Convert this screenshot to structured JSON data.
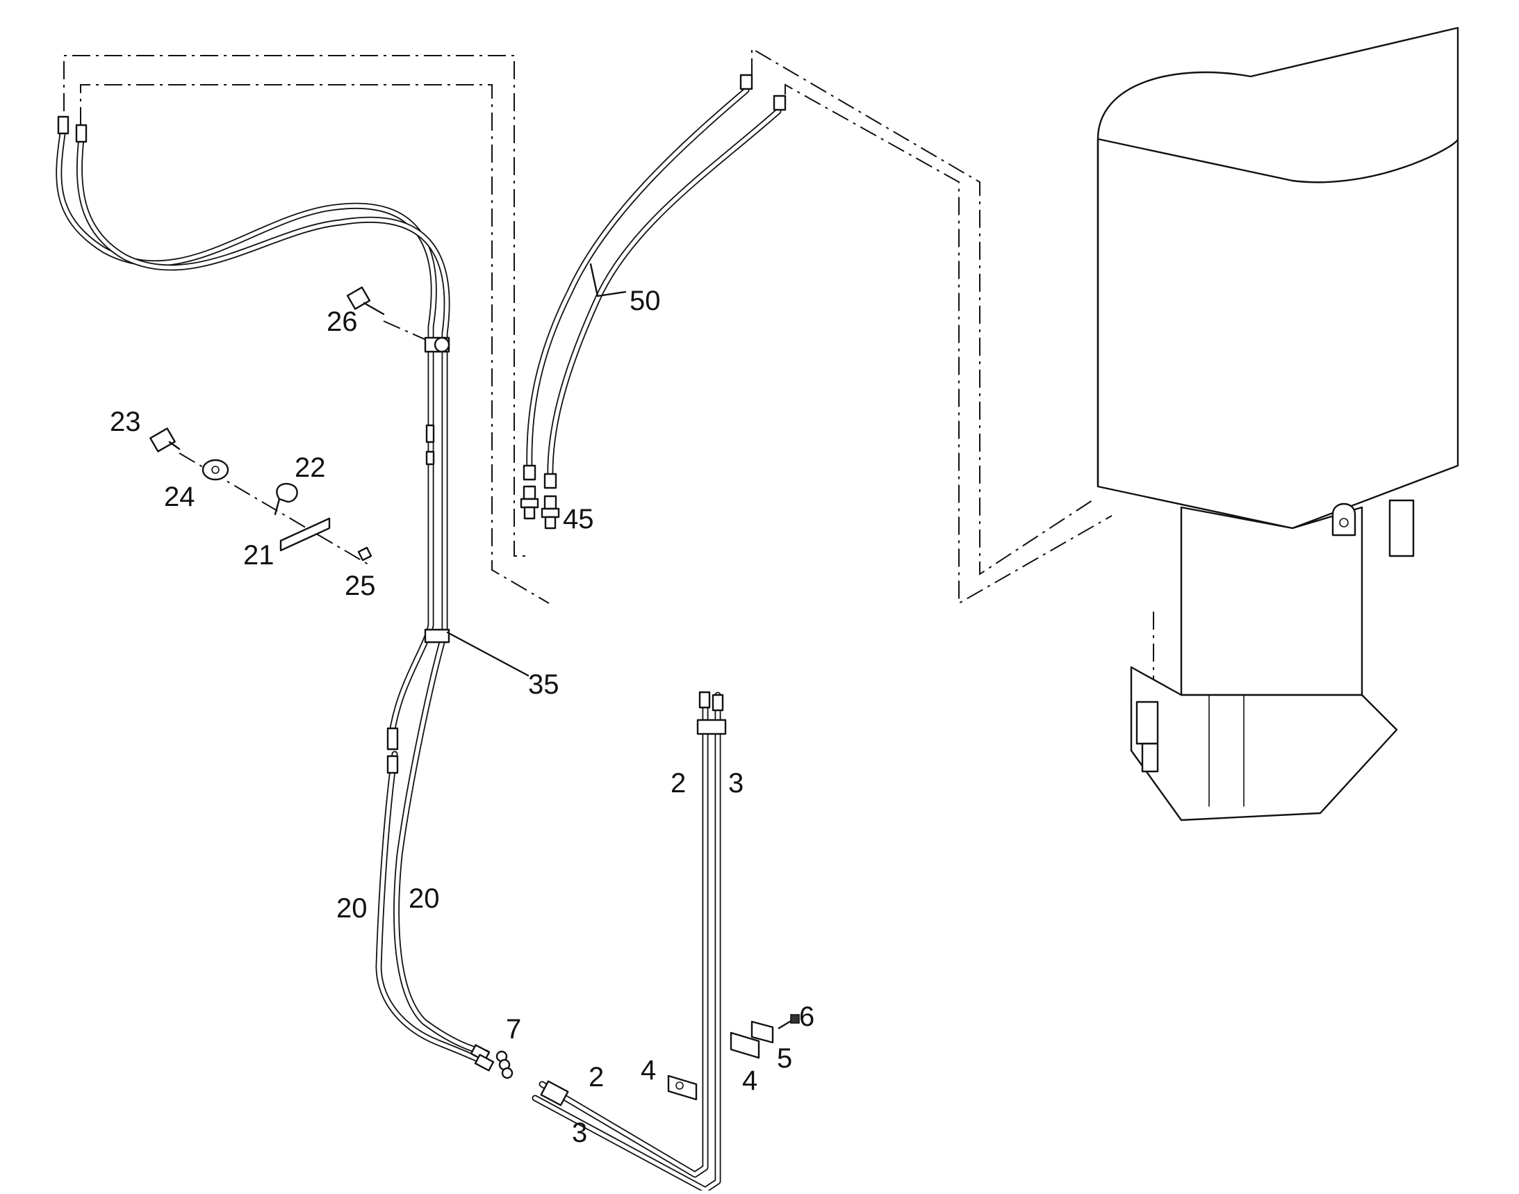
{
  "diagram": {
    "callouts": {
      "c2a": "2",
      "c3a": "3",
      "c2b": "2",
      "c3b": "3",
      "c4a": "4",
      "c4b": "4",
      "c5": "5",
      "c6": "6",
      "c7": "7",
      "c20a": "20",
      "c20b": "20",
      "c21": "21",
      "c22": "22",
      "c23": "23",
      "c24": "24",
      "c25": "25",
      "c26": "26",
      "c35": "35",
      "c45": "45",
      "c50": "50"
    },
    "parts": [
      "hose-pair-left",
      "hose-pair-center",
      "tube-pair-bottom",
      "clamp-bracket-assembly",
      "pump-unit"
    ]
  }
}
